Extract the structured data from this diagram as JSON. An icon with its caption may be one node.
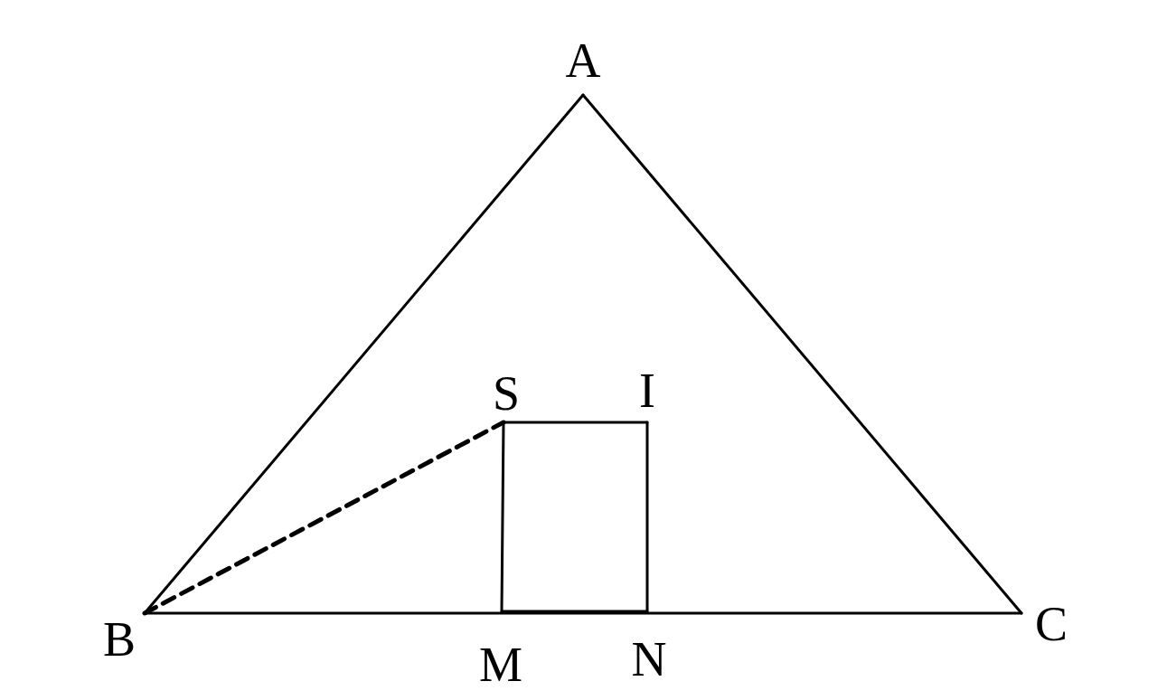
{
  "diagram": {
    "nodes": [
      {
        "text": [
          "A"
        ]
      },
      {
        "text": [
          "S"
        ]
      },
      {
        "text": [
          "I"
        ]
      },
      {
        "text": [
          "B"
        ]
      },
      {
        "text": [
          "M"
        ]
      },
      {
        "text": [
          "N"
        ]
      },
      {
        "text": [
          "C"
        ]
      }
    ],
    "edges": [
      {
        "from": 0,
        "to": 3,
        "arrow": "none"
      },
      {
        "from": 0,
        "to": 6,
        "arrow": "none"
      },
      {
        "from": 3,
        "to": 6,
        "arrow": "none"
      },
      {
        "from": 1,
        "to": 2,
        "arrow": "none"
      },
      {
        "from": 2,
        "to": 5,
        "arrow": "none"
      },
      {
        "from": 4,
        "to": 5,
        "arrow": "none"
      },
      {
        "from": 1,
        "to": 4,
        "arrow": "none"
      },
      {
        "from": 3,
        "to": 1,
        "arrow": "none",
        "style": "dashed"
      }
    ]
  }
}
